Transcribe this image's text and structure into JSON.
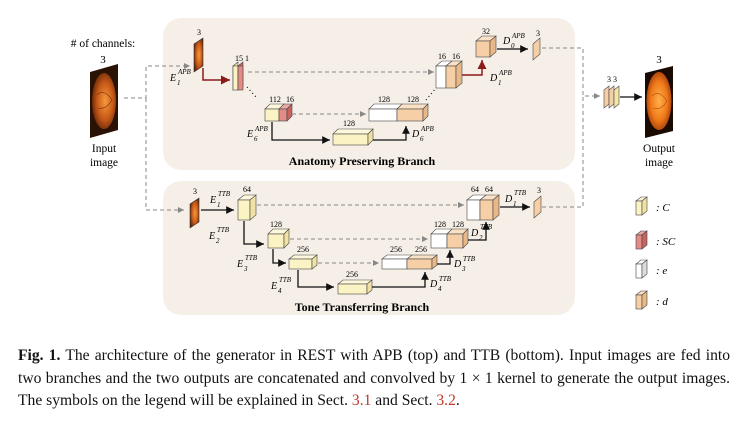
{
  "input": {
    "channels_title": "# of channels:",
    "channels": "3",
    "label_line1": "Input",
    "label_line2": "image"
  },
  "output": {
    "channels": "3",
    "label_line1": "Output",
    "label_line2": "image",
    "concat_channels": "3 3"
  },
  "apb": {
    "title": "Anatomy Preserving Branch",
    "E1": {
      "base": "E",
      "sub": "1",
      "sup": "APB"
    },
    "E6": {
      "base": "E",
      "sub": "6",
      "sup": "APB"
    },
    "D0": {
      "base": "D",
      "sub": "0",
      "sup": "APB"
    },
    "D1": {
      "base": "D",
      "sub": "1",
      "sup": "APB"
    },
    "D6": {
      "base": "D",
      "sub": "6",
      "sup": "APB"
    },
    "ch_input": "3",
    "ch_e1": "15",
    "ch_e1b": "1",
    "ch_e6a": "112",
    "ch_e6b": "16",
    "ch_bottom": "128",
    "ch_d6a": "128",
    "ch_d6b": "128",
    "ch_d1a": "16",
    "ch_d1b": "16",
    "ch_d0": "32",
    "ch_out": "3"
  },
  "ttb": {
    "title": "Tone Transferring Branch",
    "E1": {
      "base": "E",
      "sub": "1",
      "sup": "TTB"
    },
    "E2": {
      "base": "E",
      "sub": "2",
      "sup": "TTB"
    },
    "E3": {
      "base": "E",
      "sub": "3",
      "sup": "TTB"
    },
    "E4": {
      "base": "E",
      "sub": "4",
      "sup": "TTB"
    },
    "D1": {
      "base": "D",
      "sub": "1",
      "sup": "TTB"
    },
    "D2": {
      "base": "D",
      "sub": "2",
      "sup": "TTB"
    },
    "D3": {
      "base": "D",
      "sub": "3",
      "sup": "TTB"
    },
    "D4": {
      "base": "D",
      "sub": "4",
      "sup": "TTB"
    },
    "ch_input": "3",
    "ch_e1": "64",
    "ch_e2": "128",
    "ch_e3": "256",
    "ch_e4": "256",
    "ch_d3a": "256",
    "ch_d3b": "256",
    "ch_d2a": "128",
    "ch_d2b": "128",
    "ch_d1a": "64",
    "ch_d1b": "64",
    "ch_out": "3"
  },
  "legend": [
    {
      "symbol": "C",
      "label": ": C"
    },
    {
      "symbol": "SC",
      "label": ": SC"
    },
    {
      "symbol": "e",
      "label": ": e"
    },
    {
      "symbol": "d",
      "label": ": d"
    }
  ],
  "caption": {
    "fig": "Fig. 1.",
    "text_a": " The architecture of the generator in REST with APB (top) and TTB (bottom). Input images are fed into two branches and the two outputs are concatenated and convolved by 1 × 1 kernel to generate the output images. The symbols on the legend will be explained in Sect. ",
    "ref1": "3.1",
    "text_b": " and Sect. ",
    "ref2": "3.2",
    "text_c": "."
  },
  "colors": {
    "panel": "#f6efe8",
    "yellow_front": "#fbf3c4",
    "yellow_top": "#fdf8dc",
    "yellow_side": "#efe2a4",
    "red_front": "#e38b87",
    "peach_front": "#f7cfa6",
    "peach_side": "#e9b888",
    "white_front": "#ffffff",
    "white_side": "#dcdcdc",
    "arrow_dark": "#111111",
    "arrow_red": "#8b1a1a",
    "dashed": "#888888"
  }
}
